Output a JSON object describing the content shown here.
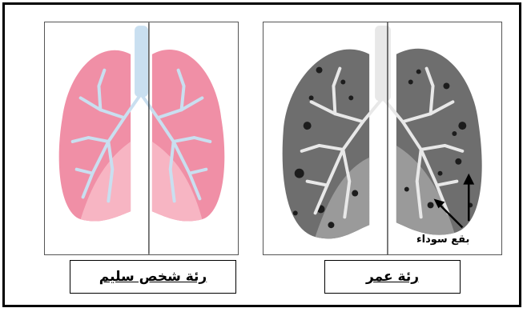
{
  "panels": {
    "healthy": {
      "caption": "رئة شخص سليم",
      "lung_color": "#f08fa6",
      "lobe_color": "#f7b5c3",
      "airway_color": "#c9dff0"
    },
    "smoker": {
      "caption": "رئة عمر",
      "lung_color": "#6e6e6e",
      "lobe_color": "#9a9a9a",
      "airway_color": "#e8e8e8",
      "annotation": "بقع سوداء",
      "spot_color": "#1c1c1c"
    }
  }
}
